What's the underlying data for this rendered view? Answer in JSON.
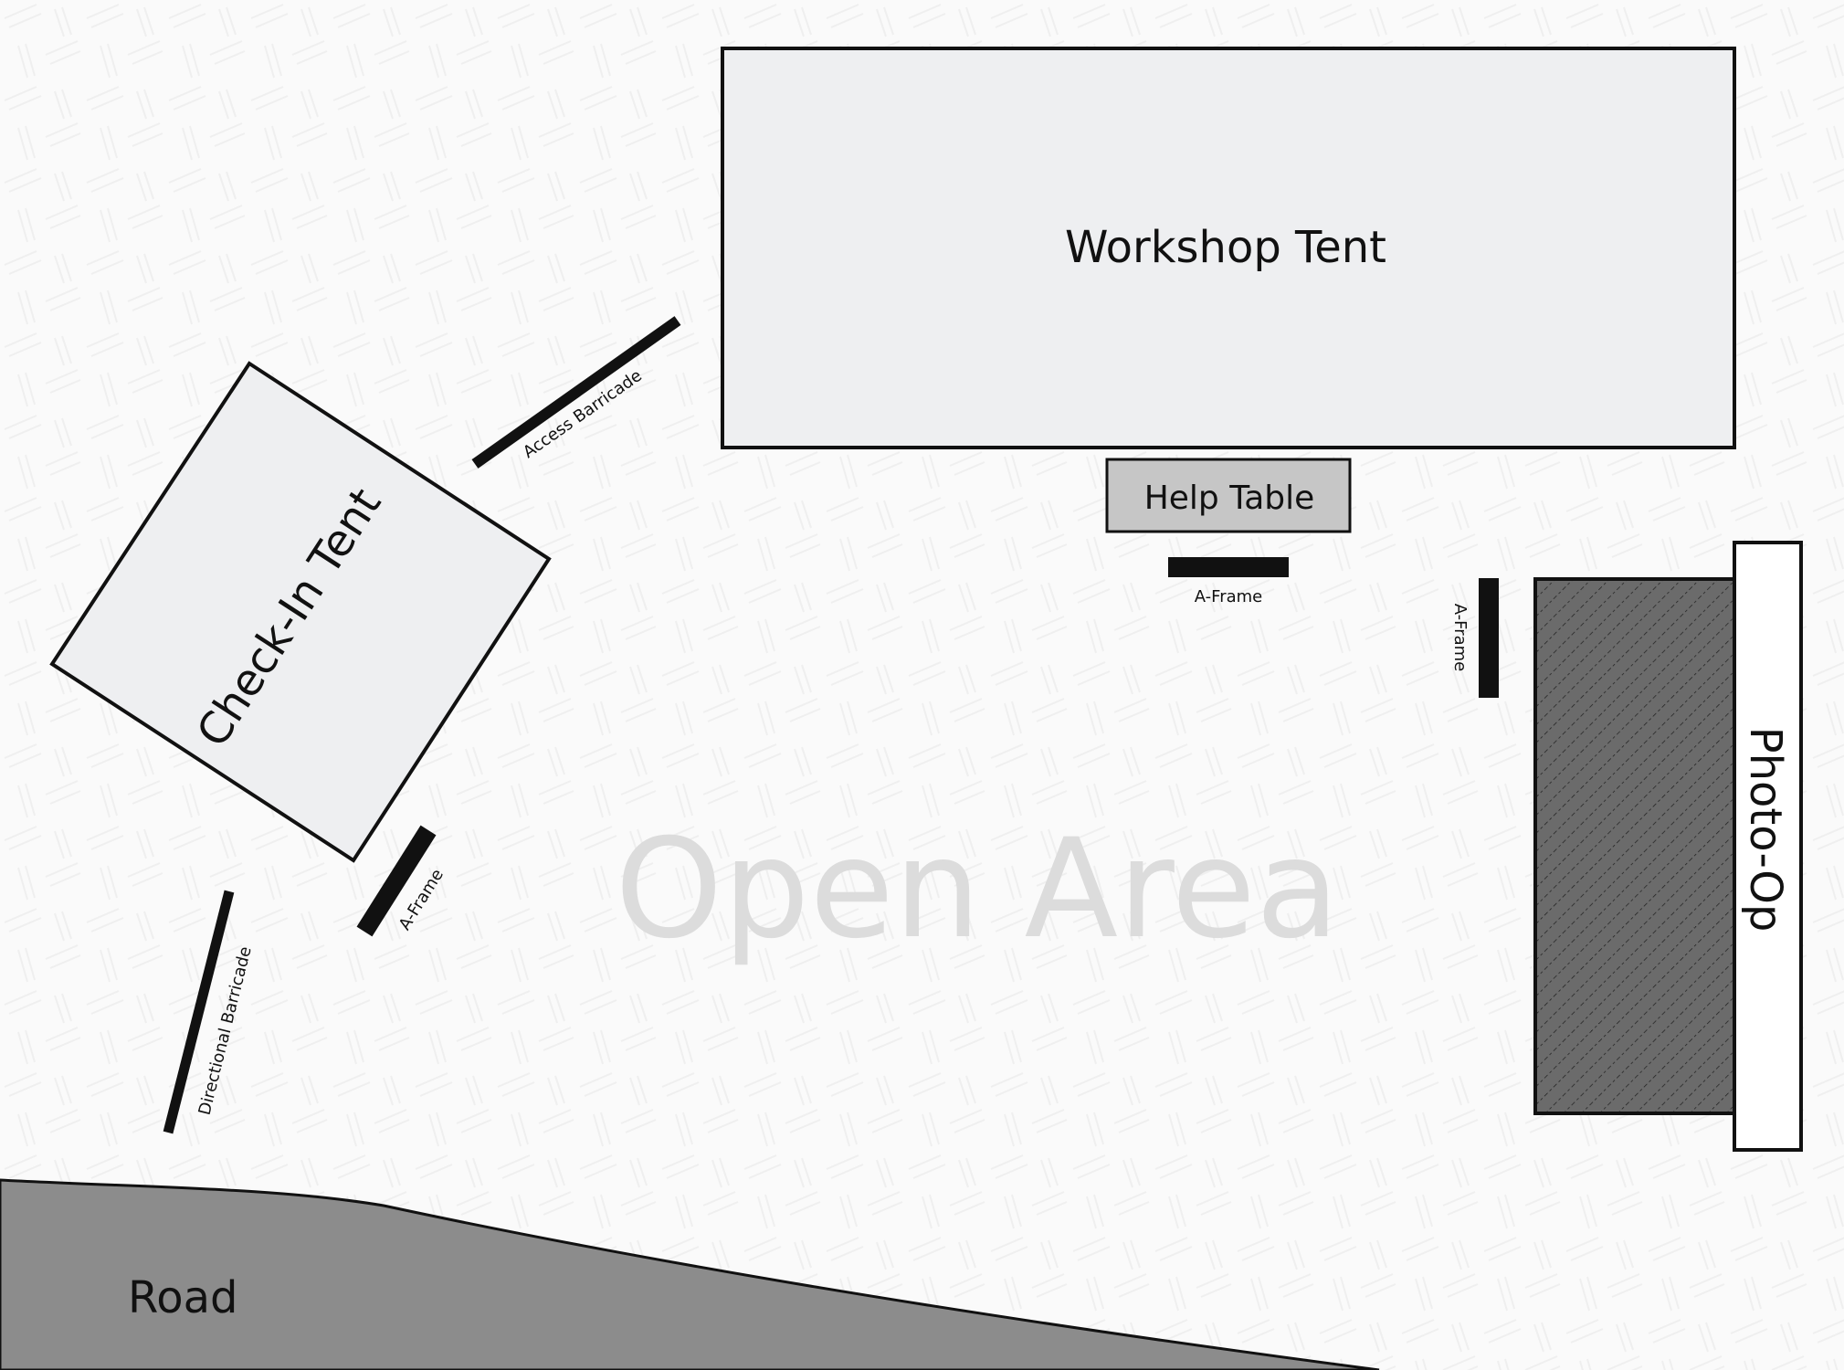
{
  "map": {
    "road": {
      "label": "Road",
      "color": "#8c8c8c"
    },
    "open_area": {
      "label": "Open Area",
      "color": "#dcdcdc"
    },
    "workshop_tent": {
      "label": "Workshop Tent",
      "fill": "#eeeff1"
    },
    "help_table": {
      "label": "Help Table",
      "fill": "#c6c6c6"
    },
    "check_in_tent": {
      "label": "Check-In Tent",
      "fill": "#eeeff1"
    },
    "photo_op": {
      "label": "Photo-Op",
      "backdrop_fill": "#6b6b6b"
    },
    "barriers": {
      "access_barricade": "Access Barricade",
      "directional_barricade": "Directional Barricade"
    },
    "a_frames": {
      "help_table_a_frame": "A-Frame",
      "photo_op_a_frame": "A-Frame",
      "check_in_a_frame": "A-Frame"
    }
  }
}
